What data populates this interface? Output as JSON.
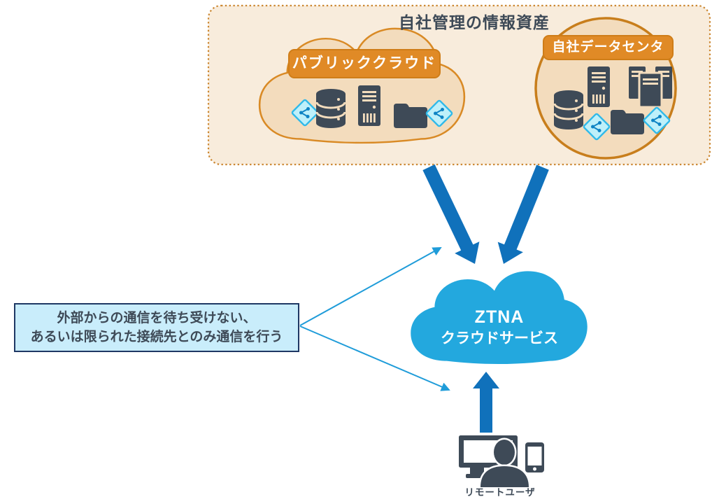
{
  "diagram": {
    "assets_box": {
      "title": "自社管理の情報資産"
    },
    "public_cloud": {
      "label": "パブリッククラウド",
      "icons": [
        "network-diamond-icon",
        "database-icon",
        "server-icon",
        "folder-icon",
        "network-diamond-icon"
      ]
    },
    "datacenter": {
      "label": "自社データセンタ",
      "icons": [
        "database-icon",
        "server-icon",
        "server-rack-icon",
        "folder-icon",
        "network-diamond-icon",
        "network-diamond-icon"
      ]
    },
    "ztna_cloud": {
      "line1": "ZTNA",
      "line2": "クラウドサービス"
    },
    "note_box": {
      "line1": "外部からの通信を待ち受けない、",
      "line2": "あるいは限られた接続先とのみ通信を行う"
    },
    "remote_user": {
      "label": "リモートユーザ",
      "icons": [
        "monitor-icon",
        "person-icon",
        "smartphone-icon"
      ]
    },
    "colors": {
      "assets_box_fill": "#F8ECDC",
      "assets_box_border": "#CC8833",
      "cloud_fill": "#F3DCBD",
      "cloud_stroke": "#D98A25",
      "label_pill_fill": "#E08A26",
      "icon_slate": "#3E4A57",
      "ztna_cloud_fill": "#23A8DE",
      "thick_arrow_blue": "#1071BB",
      "thin_arrow_blue": "#1F9CD9",
      "note_fill": "#C9EDFB",
      "note_border": "#1F3864",
      "diamond_fill": "#BEF0FA",
      "diamond_stroke": "#30B9E9",
      "diamond_glyph": "#0E83C4"
    }
  }
}
